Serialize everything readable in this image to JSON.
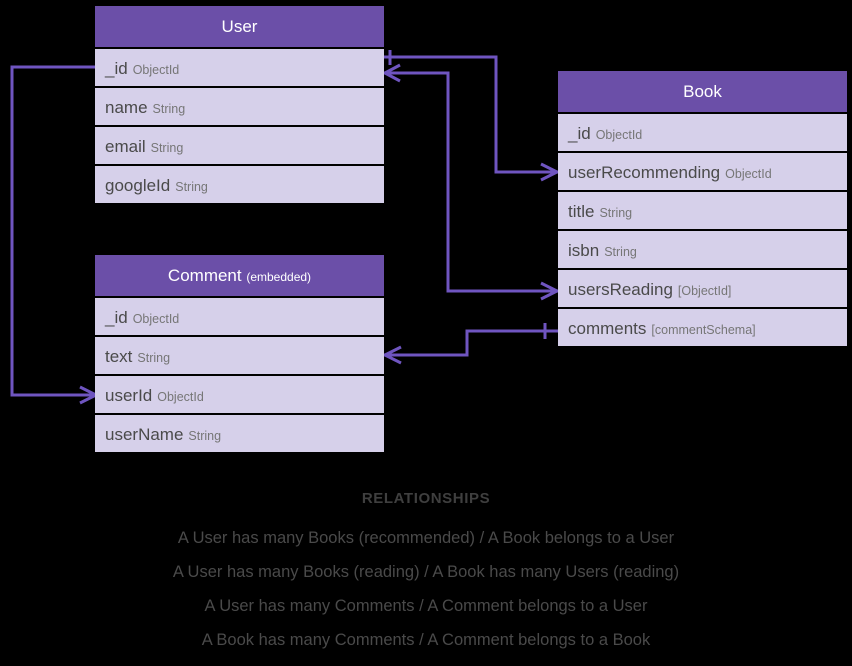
{
  "diagram": {
    "colors": {
      "background": "#000000",
      "header": "#6B4FA8",
      "row": "#D6D0EA",
      "connector": "#6F55C0",
      "field_name": "#4A4A4A",
      "field_type": "#767676",
      "relationship_text": "#4A4A4A"
    },
    "entities": [
      {
        "id": "user",
        "title": "User",
        "subtitle": "",
        "fields": [
          {
            "name": "_id",
            "type": "ObjectId"
          },
          {
            "name": "name",
            "type": "String"
          },
          {
            "name": "email",
            "type": "String"
          },
          {
            "name": "googleId",
            "type": "String"
          }
        ]
      },
      {
        "id": "comment",
        "title": "Comment",
        "subtitle": "(embedded)",
        "fields": [
          {
            "name": "_id",
            "type": "ObjectId"
          },
          {
            "name": "text",
            "type": "String"
          },
          {
            "name": "userId",
            "type": "ObjectId"
          },
          {
            "name": "userName",
            "type": "String"
          }
        ]
      },
      {
        "id": "book",
        "title": "Book",
        "subtitle": "",
        "fields": [
          {
            "name": "_id",
            "type": "ObjectId"
          },
          {
            "name": "userRecommending",
            "type": "ObjectId"
          },
          {
            "name": "title",
            "type": "String"
          },
          {
            "name": "isbn",
            "type": "String"
          },
          {
            "name": "usersReading",
            "type": "[ObjectId]"
          },
          {
            "name": "comments",
            "type": "[commentSchema]"
          }
        ]
      }
    ]
  },
  "relationships": {
    "title": "RELATIONSHIPS",
    "lines": [
      "A User has many Books (recommended) / A Book belongs to a User",
      "A User has many Books (reading) / A Book has many Users (reading)",
      "A User has many Comments / A Comment belongs to a User",
      "A Book has many Comments / A Comment belongs to a Book"
    ]
  }
}
